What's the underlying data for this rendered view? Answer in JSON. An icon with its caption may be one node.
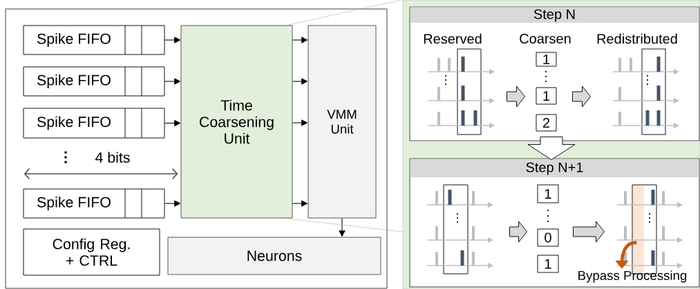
{
  "diagram": {
    "nodes": [
      {
        "text": [],
        "shape": "box"
      },
      {
        "text": [
          "Spike FIFO"
        ],
        "in": 0
      },
      {
        "text": [
          "Spike FIFO"
        ],
        "in": 0
      },
      {
        "text": [
          "Spike FIFO"
        ],
        "in": 0
      },
      {
        "text": [
          "Spike FIFO"
        ],
        "in": 0
      },
      {
        "text": [
          "Time Coarsening Unit"
        ],
        "in": 0
      },
      {
        "text": [
          "VMM Unit"
        ],
        "in": 0
      },
      {
        "text": [
          "Config Reg. + CTRL"
        ],
        "in": 0
      },
      {
        "text": [
          "Neurons"
        ],
        "in": 0
      },
      {
        "text": [],
        "shape": "box"
      },
      {
        "text": [
          "Step N"
        ],
        "in": 9
      },
      {
        "text": [
          "Reserved"
        ],
        "in": 10
      },
      {
        "text": [
          "1"
        ],
        "in": 10
      },
      {
        "text": [
          "1"
        ],
        "in": 10
      },
      {
        "text": [
          "2"
        ],
        "in": 10
      },
      {
        "text": [
          "Redistributed"
        ],
        "in": 10
      },
      {
        "text": [
          "Step N+1"
        ],
        "in": 9
      },
      {
        "text": [],
        "shape": "box",
        "in": 16
      },
      {
        "text": [
          "1"
        ],
        "in": 16
      },
      {
        "text": [
          "0"
        ],
        "in": 16
      },
      {
        "text": [
          "1"
        ],
        "in": 16
      },
      {
        "text": [],
        "shape": "box",
        "in": 16
      },
      {
        "text": [
          "Bypass Processing"
        ],
        "in": 16
      }
    ],
    "edges": [
      {
        "from": 1,
        "to": 5,
        "arrow": "to"
      },
      {
        "from": 2,
        "to": 5,
        "arrow": "to"
      },
      {
        "from": 3,
        "to": 5,
        "arrow": "to"
      },
      {
        "from": 4,
        "to": 5,
        "arrow": "to"
      },
      {
        "from": 5,
        "to": 6,
        "arrow": "to"
      },
      {
        "from": 5,
        "to": 6,
        "arrow": "to"
      },
      {
        "from": 5,
        "to": 6,
        "arrow": "to"
      },
      {
        "from": 5,
        "to": 6,
        "arrow": "to"
      },
      {
        "from": 6,
        "to": 8,
        "arrow": "to"
      },
      {
        "from": 5,
        "to": 9,
        "arrow": "none",
        "color": "#a6a6a6"
      },
      {
        "from": 5,
        "to": 9,
        "arrow": "none",
        "color": "#a6a6a6"
      },
      {
        "from": 11,
        "to": 13,
        "arrow": "to",
        "style": "thick"
      },
      {
        "from": 13,
        "to": 15,
        "arrow": "to",
        "style": "thick"
      },
      {
        "from": 10,
        "to": 16,
        "arrow": "to",
        "style": "thick"
      },
      {
        "from": 17,
        "to": 19,
        "arrow": "to",
        "style": "thick"
      },
      {
        "from": 19,
        "to": 21,
        "arrow": "to",
        "style": "thick"
      },
      {
        "from": 21,
        "to": 22,
        "arrow": "to",
        "style": "thick",
        "color": "#c55a11"
      }
    ],
    "labels": [
      "4 bits",
      "Coarsen"
    ]
  }
}
